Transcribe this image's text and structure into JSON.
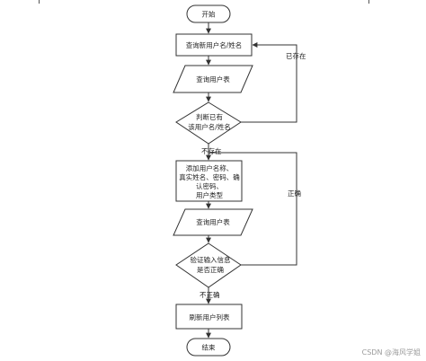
{
  "nodes": {
    "start": "开始",
    "query_new": "查询新用户名/姓名",
    "query_table_1": "查询用户表",
    "judge_1": "判断已有",
    "judge_2": "该用户名/姓名",
    "add_1": "添加用户名称、",
    "add_2": "真实姓名、密码、确",
    "add_3": "认密码、",
    "add_4": "用户类型",
    "query_table_2": "查询用户表",
    "verify_1": "验证输入信息",
    "verify_2": "是否正确",
    "refresh": "刷新用户列表",
    "end": "结束"
  },
  "labels": {
    "exists": "已存在",
    "not_exists": "不存在",
    "correct": "正确",
    "incorrect": "不正确"
  },
  "watermark": "CSDN @海风学姐",
  "colors": {
    "stroke": "#333333",
    "text": "#222222",
    "fill": "#ffffff"
  }
}
